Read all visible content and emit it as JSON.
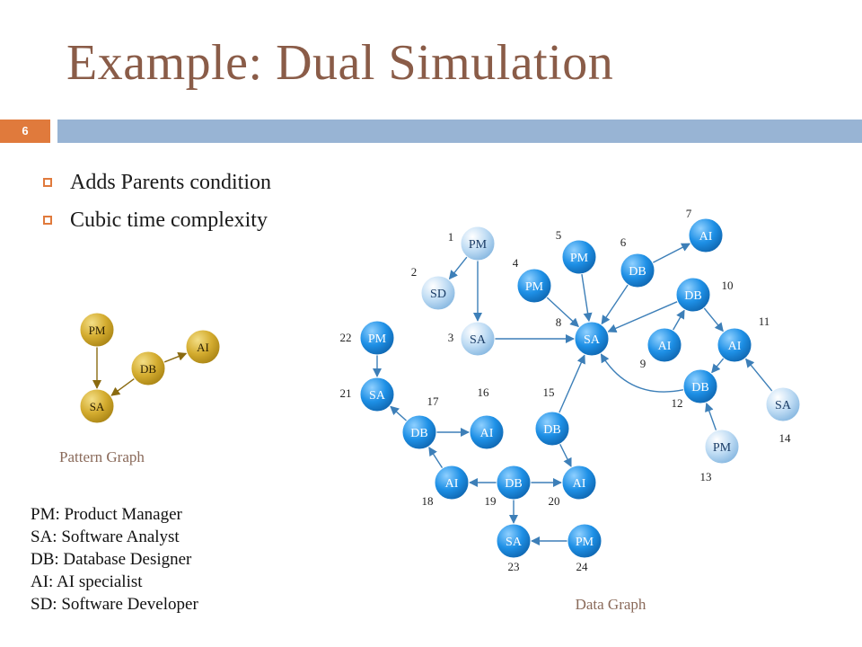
{
  "slide": {
    "title": "Example: Dual Simulation",
    "number": "6",
    "accent_color": "#e07a3c",
    "band_color": "#98b4d4"
  },
  "bullets": [
    {
      "text": "Adds Parents condition",
      "icon": "hollow-square-bullet"
    },
    {
      "text": "Cubic time complexity",
      "icon": "hollow-square-bullet"
    }
  ],
  "pattern_graph": {
    "caption": "Pattern Graph",
    "node_color": "#c9a227",
    "nodes": [
      {
        "id": "p_pm",
        "label": "PM"
      },
      {
        "id": "p_db",
        "label": "DB"
      },
      {
        "id": "p_ai",
        "label": "AI"
      },
      {
        "id": "p_sa",
        "label": "SA"
      }
    ],
    "edges": [
      {
        "from": "p_pm",
        "to": "p_sa"
      },
      {
        "from": "p_db",
        "to": "p_sa"
      },
      {
        "from": "p_db",
        "to": "p_ai"
      }
    ]
  },
  "legend": [
    "PM: Product Manager",
    "SA: Software Analyst",
    "DB: Database Designer",
    "AI: AI specialist",
    "SD: Software Developer"
  ],
  "data_graph": {
    "caption": "Data Graph",
    "match_color": "#1e90e0",
    "nonmatch_color": "#a9d0f0",
    "nodes": [
      {
        "id": "n1",
        "label": "PM",
        "num": "1",
        "match": false
      },
      {
        "id": "n2",
        "label": "SD",
        "num": "2",
        "match": false
      },
      {
        "id": "n3",
        "label": "SA",
        "num": "3",
        "match": false
      },
      {
        "id": "n4",
        "label": "PM",
        "num": "4",
        "match": true
      },
      {
        "id": "n5",
        "label": "PM",
        "num": "5",
        "match": true
      },
      {
        "id": "n6",
        "label": "DB",
        "num": "6",
        "match": true
      },
      {
        "id": "n7",
        "label": "AI",
        "num": "7",
        "match": true
      },
      {
        "id": "n8",
        "label": "SA",
        "num": "8",
        "match": true
      },
      {
        "id": "n10",
        "label": "DB",
        "num": "10",
        "match": true
      },
      {
        "id": "n9",
        "label": "AI",
        "num": "9",
        "match": true
      },
      {
        "id": "n11",
        "label": "AI",
        "num": "11",
        "match": true
      },
      {
        "id": "n12",
        "label": "DB",
        "num": "12",
        "match": true
      },
      {
        "id": "n14",
        "label": "SA",
        "num": "14",
        "match": false
      },
      {
        "id": "n13",
        "label": "PM",
        "num": "13",
        "match": false
      },
      {
        "id": "n22",
        "label": "PM",
        "num": "22",
        "match": true
      },
      {
        "id": "n21",
        "label": "SA",
        "num": "21",
        "match": true
      },
      {
        "id": "n17",
        "label": "DB",
        "num": "17",
        "match": true
      },
      {
        "id": "n16",
        "label": "AI",
        "num": "16",
        "match": true
      },
      {
        "id": "n15",
        "label": "DB",
        "num": "15",
        "match": true
      },
      {
        "id": "n18",
        "label": "AI",
        "num": "18",
        "match": true
      },
      {
        "id": "n19",
        "label": "DB",
        "num": "19",
        "match": true
      },
      {
        "id": "n20",
        "label": "AI",
        "num": "20",
        "match": true
      },
      {
        "id": "n23",
        "label": "SA",
        "num": "23",
        "match": true
      },
      {
        "id": "n24",
        "label": "PM",
        "num": "24",
        "match": true
      }
    ],
    "edges": [
      {
        "from": "n1",
        "to": "n2"
      },
      {
        "from": "n1",
        "to": "n3"
      },
      {
        "from": "n3",
        "to": "n8"
      },
      {
        "from": "n4",
        "to": "n8"
      },
      {
        "from": "n5",
        "to": "n8"
      },
      {
        "from": "n6",
        "to": "n8"
      },
      {
        "from": "n6",
        "to": "n7"
      },
      {
        "from": "n10",
        "to": "n8"
      },
      {
        "from": "n10",
        "to": "n11"
      },
      {
        "from": "n9",
        "to": "n10"
      },
      {
        "from": "n11",
        "to": "n12"
      },
      {
        "from": "n12",
        "to": "n8"
      },
      {
        "from": "n13",
        "to": "n12"
      },
      {
        "from": "n14",
        "to": "n11"
      },
      {
        "from": "n22",
        "to": "n21"
      },
      {
        "from": "n17",
        "to": "n21"
      },
      {
        "from": "n17",
        "to": "n16"
      },
      {
        "from": "n15",
        "to": "n8"
      },
      {
        "from": "n15",
        "to": "n20"
      },
      {
        "from": "n19",
        "to": "n18"
      },
      {
        "from": "n18",
        "to": "n17"
      },
      {
        "from": "n19",
        "to": "n20"
      },
      {
        "from": "n19",
        "to": "n23"
      },
      {
        "from": "n24",
        "to": "n23"
      }
    ]
  }
}
